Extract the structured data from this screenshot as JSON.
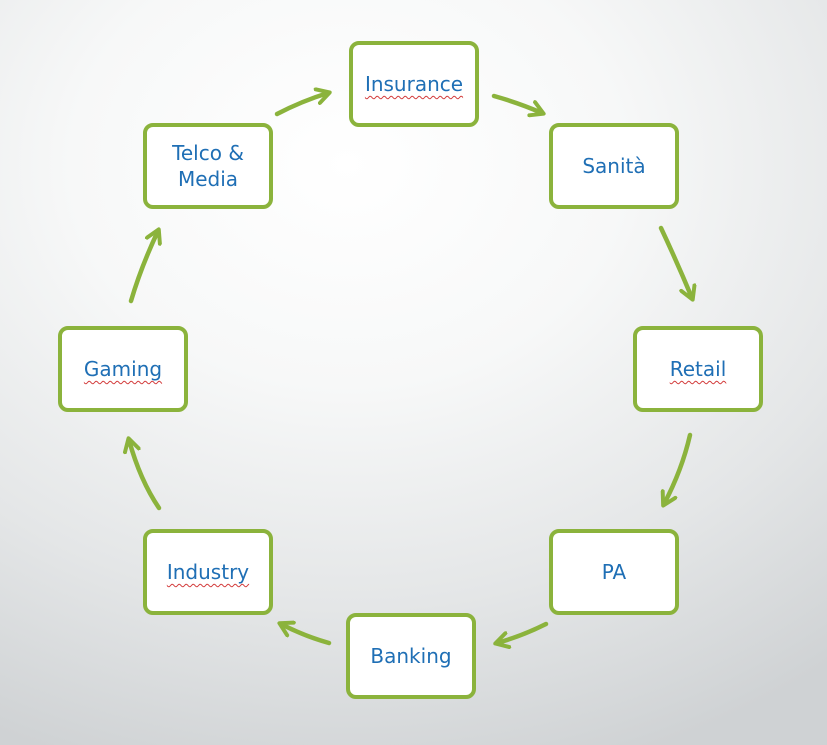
{
  "colors": {
    "border": "#8bb33c",
    "text": "#1f6fb5",
    "arrow": "#8bb33c"
  },
  "nodes": {
    "insurance": "Insurance",
    "sanita": "Sanità",
    "retail": "Retail",
    "pa": "PA",
    "banking": "Banking",
    "industry": "Industry",
    "gaming": "Gaming",
    "telco_media": "Telco &\nMedia"
  }
}
